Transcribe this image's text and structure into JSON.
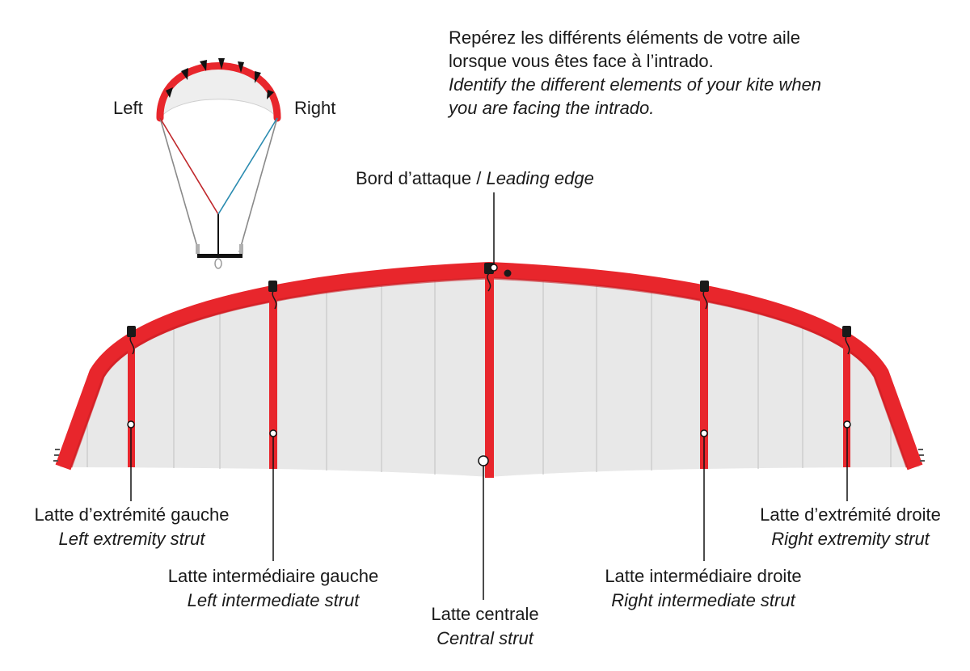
{
  "intro": {
    "fr_line1": "Repérez les différents éléments de votre aile",
    "fr_line2": "lorsque vous êtes face à l’intrado.",
    "en_line1": "Identify the different elements of your kite when",
    "en_line2": "you are facing the intrado."
  },
  "mini_kite": {
    "left": "Left",
    "right": "Right"
  },
  "labels": {
    "leading_edge": {
      "fr": "Bord d’attaque",
      "sep": " / ",
      "en": "Leading edge"
    },
    "left_extremity": {
      "fr": "Latte d’extrémité gauche",
      "en": "Left extremity strut"
    },
    "left_intermediate": {
      "fr": "Latte intermédiaire gauche",
      "en": "Left intermediate strut"
    },
    "central": {
      "fr": "Latte centrale",
      "en": "Central strut"
    },
    "right_intermediate": {
      "fr": "Latte intermédiaire droite",
      "en": "Right intermediate strut"
    },
    "right_extremity": {
      "fr": "Latte d’extrémité droite",
      "en": "Right extremity strut"
    }
  },
  "colors": {
    "frame": "#e8262c",
    "frame_dark": "#b81c22",
    "canopy": "#e8e8e8",
    "panel_line": "#c8c8c8",
    "left_line": "#c0282c",
    "right_line": "#2a8bb0"
  }
}
